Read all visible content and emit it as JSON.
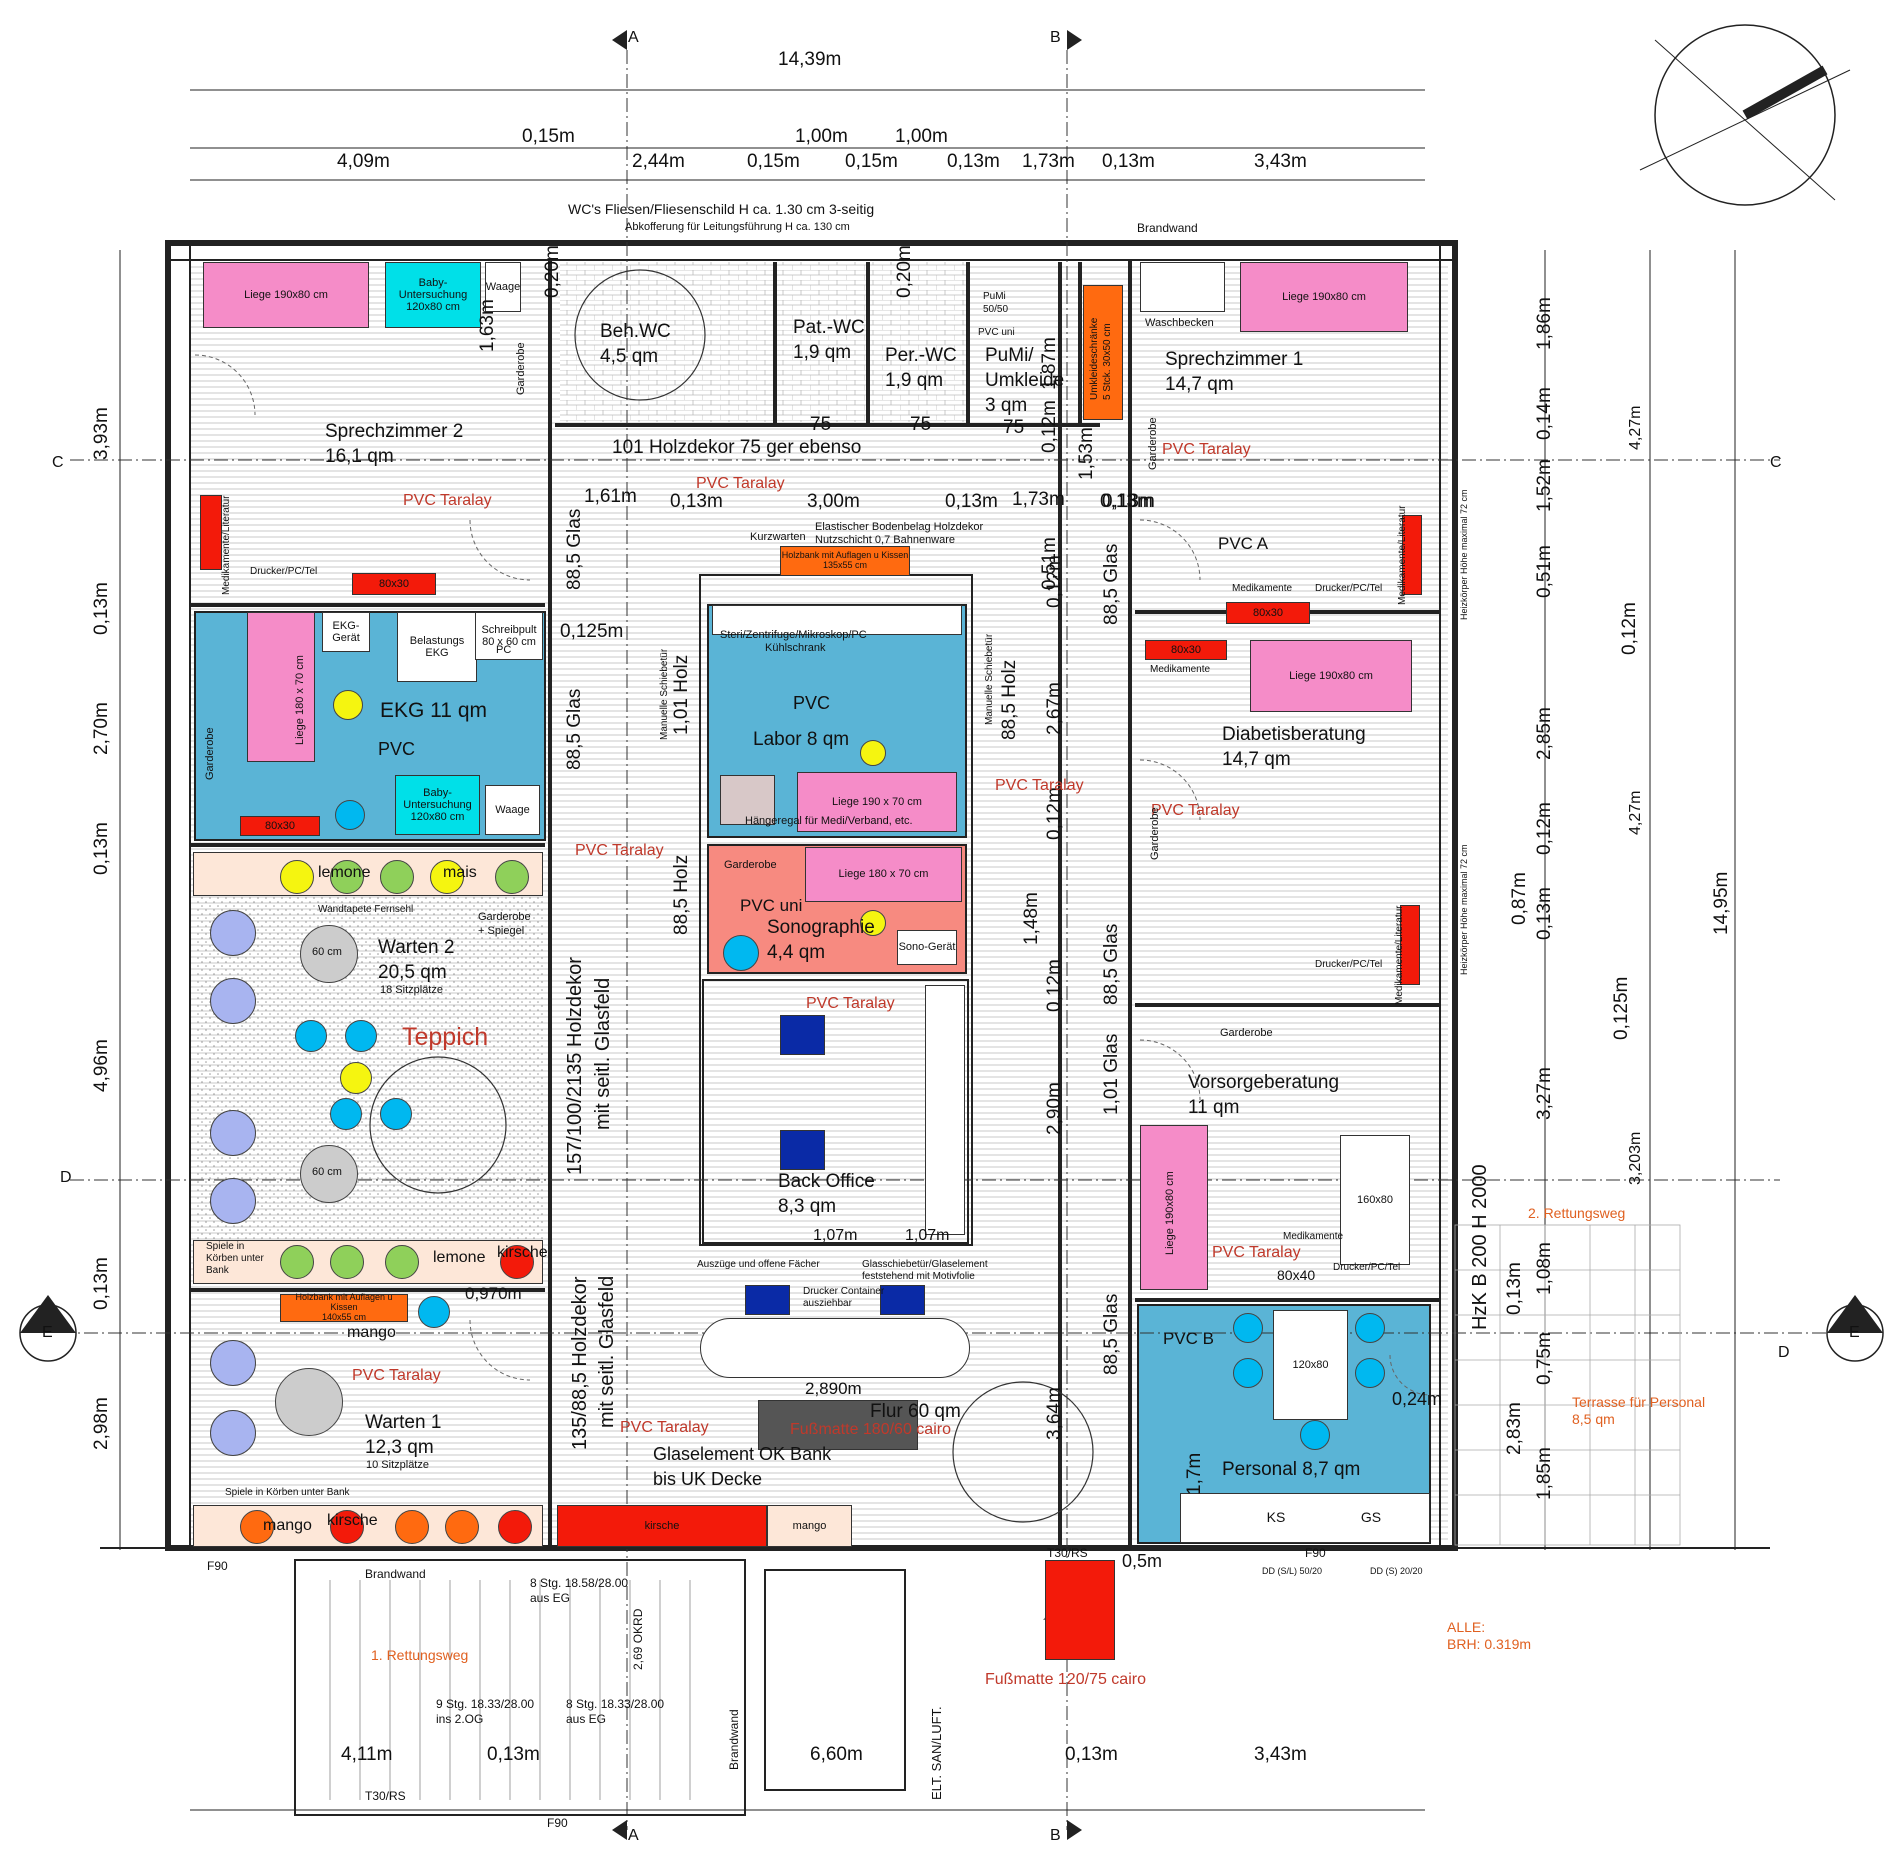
{
  "dimensions": {
    "top_total": "14,39m",
    "top_row1": [
      "0,15m",
      "1,00m",
      "1,00m"
    ],
    "top_row2": [
      "4,09m",
      "2,44m",
      "0,15m",
      "0,15m",
      "0,13m",
      "1,73m",
      "0,13m",
      "3,43m"
    ],
    "left": [
      "3,93m",
      "0,13m",
      "2,70m",
      "0,13m",
      "4,96m",
      "0,13m",
      "2,98m"
    ],
    "right_inner": [
      "1,86m",
      "0,14m",
      "1,52m",
      "0,51m",
      "0,12m",
      "2,85m",
      "0,12m",
      "0,87m",
      "0,13m",
      "0,125m",
      "3,27m",
      "1,08m",
      "0,13m",
      "0,75m",
      "2,83m",
      "1,85m"
    ],
    "right_outer": [
      "4,27m",
      "4,27m",
      "3,203m",
      "14,95m"
    ],
    "bottom": [
      "4,11m",
      "0,13m",
      "6,60m",
      "0,13m",
      "3,43m"
    ],
    "misc": [
      "0,20m",
      "0,20m",
      "1,63m",
      "1,87m",
      "0,12m",
      "1,53m",
      "1,61m",
      "0,13m",
      "3,00m",
      "0,13m",
      "1,73m",
      "0,13m",
      "0,125m",
      "1,01 Holz",
      "88,5 Holz",
      "88,5 Holz",
      "2,67m",
      "0,12m",
      "1,48m",
      "0,12m",
      "2,90m",
      "3,64m",
      "0,970m",
      "1,07m",
      "1,07m",
      "2,890m",
      "0,24m",
      "1,7m",
      "0,5m",
      "75",
      "75",
      "75",
      "0,51m",
      "88,5 Glas",
      "88,5 Glas",
      "88,5 Glas",
      "88,5 Glas",
      "88,5 Glas",
      "1,01 Glas",
      "0,13m",
      "0,12m"
    ]
  },
  "sections": {
    "A": "A",
    "B": "B",
    "C": "C",
    "D": "D",
    "E": "E"
  },
  "header_notes": {
    "wc_tiles": "WC's Fliesen/Fliesenschild  H ca. 1.30 cm  3-seitig",
    "wc_box": "Abkofferung für Leitungsführung H ca. 130 cm",
    "brandwand_top": "Brandwand"
  },
  "rooms": {
    "sprech2": {
      "name": "Sprechzimmer 2",
      "area": "16,1 qm"
    },
    "benwc": {
      "name": "Beh.WC",
      "area": "4,5 qm"
    },
    "patwc": {
      "name": "Pat.-WC",
      "area": "1,9 qm"
    },
    "perwc": {
      "name": "Per.-WC",
      "area": "1,9 qm"
    },
    "pumi": {
      "name": "PuMi/",
      "name2": "Umkleide",
      "area": "3 qm"
    },
    "sprech1": {
      "name": "Sprechzimmer 1",
      "area": "14,7 qm"
    },
    "ekg": {
      "name": "EKG 11 qm",
      "floor": "PVC"
    },
    "labor": {
      "name": "Labor 8 qm",
      "floor": "PVC"
    },
    "diabetis": {
      "name": "Diabetisberatung",
      "area": "14,7 qm"
    },
    "warten2": {
      "name": "Warten 2",
      "area": "20,5 qm",
      "seats": "18 Sitzplätze"
    },
    "sono": {
      "floor": "PVC uni",
      "name": "Sonographie",
      "area": "4,4 qm"
    },
    "vorsorge": {
      "name": "Vorsorgeberatung",
      "area": "11 qm"
    },
    "backoffice": {
      "name": "Back Office",
      "area": "8,3 qm"
    },
    "warten1": {
      "name": "Warten 1",
      "area": "12,3 qm",
      "seats": "10 Sitzplätze"
    },
    "flur": {
      "name": "Flur 60 qm"
    },
    "personal": {
      "name": "Personal 8,7 qm",
      "floor": "PVC B"
    }
  },
  "labels": {
    "holzdekor_top": "101 Holzdekor 75 ger ebenso",
    "holzdekor_side1": "157/100/2135 Holzdekor",
    "holzdekor_side1b": "mit seitl. Glasfeld",
    "holzdekor_side2": "135/88,5 Holzdekor",
    "holzdekor_side2b": "mit seitl. Glasfeld",
    "glas": "Glaselement OK Bank",
    "glas2": "bis UK Decke",
    "teppich": "Teppich",
    "pvc_taralay": "PVC Taralay",
    "pvc_a": "PVC A",
    "elastischer": "Elastischer Bodenbelag Holzdekor",
    "elastischer2": "Nutzschicht 0,7 Bahnenware",
    "kurzwarten": "Kurzwarten",
    "holzbank": "Holzbank mit Auflagen u Kissen",
    "holzbank_size": "135x55 cm",
    "holzbank2": "Holzbank mit Auflagen u Kissen",
    "holzbank2_size": "140x55 cm",
    "steri": "Steri/Zentrifuge/Mikroskop/PC",
    "kuehl": "Kühlschrank",
    "manuelle": "Manuelle Schiebetür",
    "haengeregal": "Hängeregal für Medi/Verband, etc.",
    "fussmatte1": "Fußmatte 180/60 cairo",
    "fussmatte2": "Fußmatte 120/75 cairo",
    "terrasse": "Terrasse für Personal",
    "terrasse_area": "8,5 qm",
    "rettung1": "1. Rettungsweg",
    "rettung2": "2. Rettungsweg",
    "alle": "ALLE:",
    "brh": "BRH: 0.319m",
    "hzk": "HzK B 200 H 2000",
    "brandwand": "Brandwand",
    "f90": "F90",
    "t30": "T30/RS",
    "stairs1": "8 Stg. 18.58/28.00",
    "stairs1b": "aus EG",
    "stairs2": "9 Stg. 18.33/28.00",
    "stairs2b": "ins 2.OG",
    "stairs3": "8 Stg. 18.33/28.00",
    "stairs3b": "aus EG",
    "okrd": "2,69 OKRD",
    "elt": "ELT. SAN/LUFT.",
    "spiele1": "Spiele in Körben unter Bank",
    "spiele2": "Spiele in",
    "spiele2b": "Körben unter",
    "spiele2c": "Bank",
    "wandtapete": "Wandtapete Fernsehl",
    "garderobe_spiegel": "Garderobe",
    "garderobe_spiegel2": "+ Spiegel",
    "auszuege": "Auszüge und offene Fächer",
    "glasschiebe": "Glasschiebetür/Glaselement",
    "glasschiebe2": "feststehend mit Motivfolie",
    "drucker_cont": "Drucker Container",
    "drucker_cont2": "ausziehbar",
    "dd1": "DD (S/L) 50/20",
    "dd2": "DD (S) 20/20",
    "sono_geraet": "Sono-Gerät",
    "medikamente": "Medikamente",
    "drucker_pc_tel": "Drucker/PC/Tel",
    "waschbecken": "Waschbecken",
    "umkleide": "Umkleideschränke",
    "umkleide2": "5 Stck. 30x50 cm",
    "pumi_box": "PuMi",
    "pumi_box2": "50/50",
    "pvc_uni": "PVC uni",
    "heizkoerper": "Heizkörper Höhe maximal 72 cm",
    "medikamente_lit": "Medikamente/Literatur"
  },
  "furniture": {
    "liege_190_80": "Liege 190x80 cm",
    "baby": "Baby-",
    "baby2": "Untersuchung",
    "baby3": "120x80 cm",
    "waage": "Waage",
    "ekg_geraet": "EKG-Gerät",
    "belastung": "Belastungs",
    "belastung2": "EKG",
    "schreibpult": "Schreibpult",
    "schreibpult2": "80 x 60 cm",
    "pc": "PC",
    "liege_180_70_v": "Liege 180 x 70 cm",
    "liege_190_70": "Liege 190 x 70 cm",
    "liege_180_70": "Liege 180 x 70 cm",
    "garderobe": "Garderobe",
    "label_80x30": "80x30",
    "label_60cm": "60 cm",
    "label_120x80": "120x80",
    "label_80x40": "80x40",
    "label_160x80": "160x80",
    "ks": "KS",
    "gs": "GS"
  },
  "bench_colors": {
    "lemone": "lemone",
    "mais": "mais",
    "kirsche": "kirsche",
    "mango": "mango"
  },
  "colors": {
    "pink": "#f58cc8",
    "cyan": "#00e0e8",
    "blue": "#5ab4d6",
    "red": "#f31a0a",
    "orange": "#ff6a10",
    "salmon": "#f78a80",
    "yellow": "#f5f510",
    "dark_blue": "#0a2aa6"
  }
}
